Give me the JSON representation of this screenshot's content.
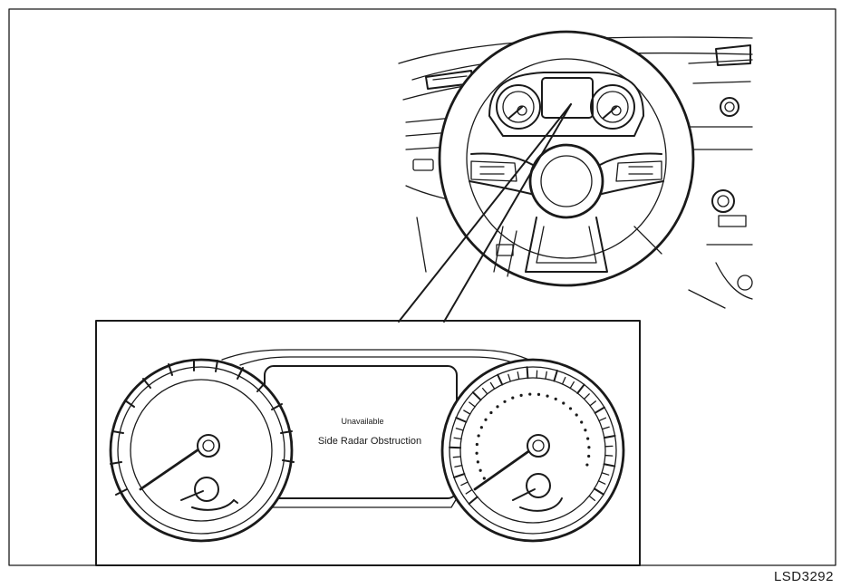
{
  "display": {
    "line1": "Unavailable",
    "line2": "Side Radar Obstruction"
  },
  "figure_code": "LSD3292"
}
